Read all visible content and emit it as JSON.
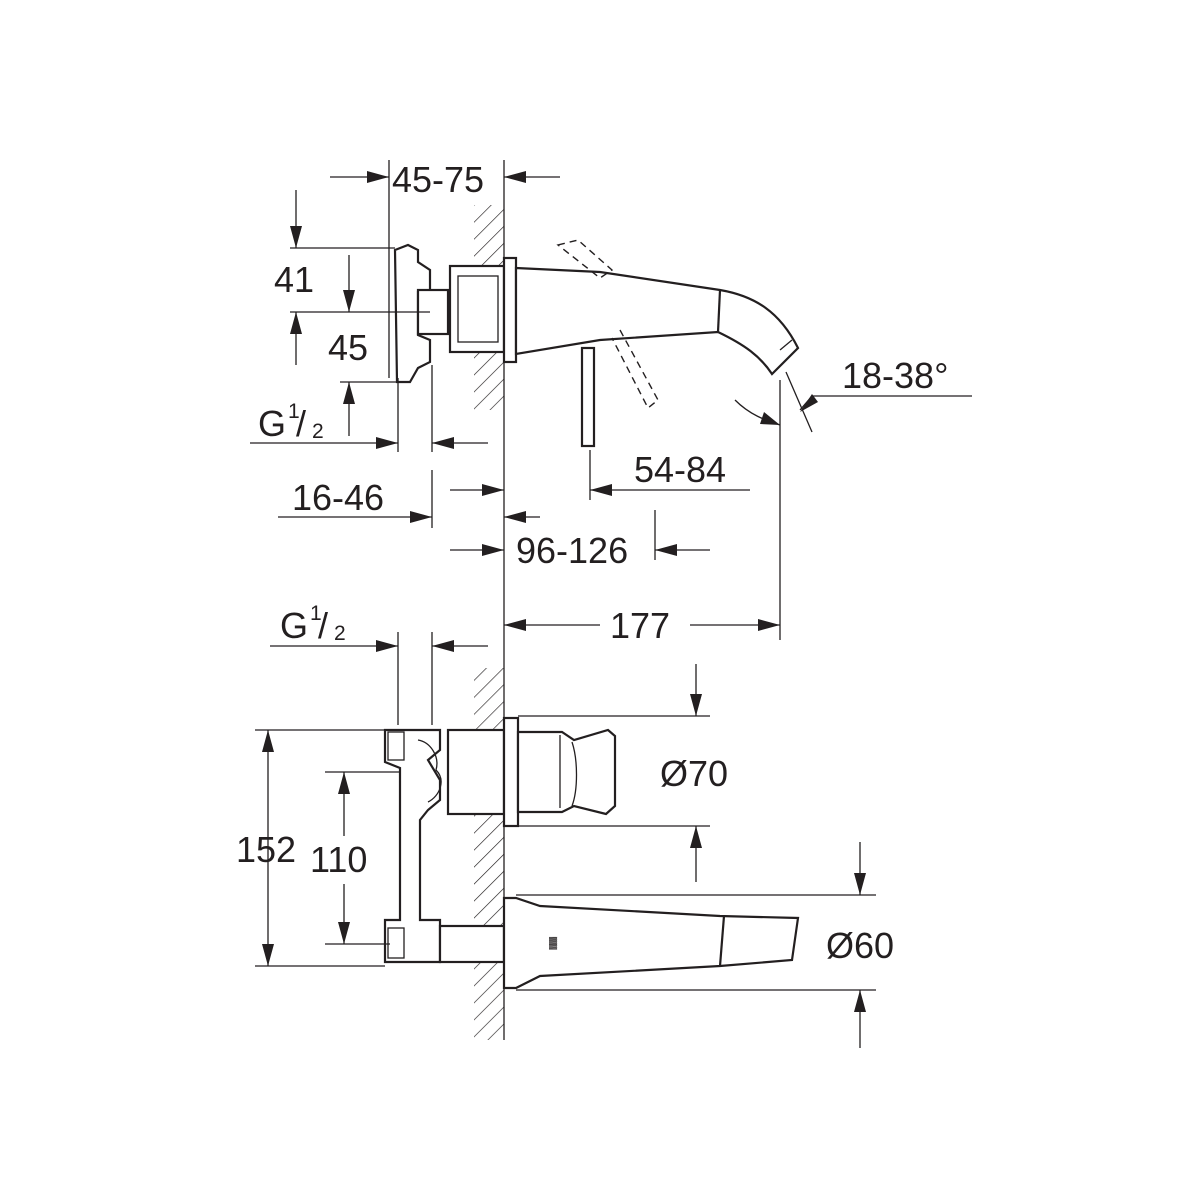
{
  "top_view": {
    "dims": {
      "wall_depth": "45-75",
      "h41": "41",
      "h45": "45",
      "g_thread": {
        "base": "G",
        "num": "1",
        "den": "2"
      },
      "d16_46": "16-46",
      "d54_84": "54-84",
      "d96_126": "96-126",
      "d177": "177",
      "angle": "18-38°"
    }
  },
  "front_view": {
    "dims": {
      "g_thread": {
        "base": "G",
        "num": "1",
        "den": "2"
      },
      "h152": "152",
      "h110": "110",
      "dia70": "Ø70",
      "dia60": "Ø60"
    }
  },
  "colors": {
    "line": "#231f20",
    "background": "#ffffff"
  }
}
